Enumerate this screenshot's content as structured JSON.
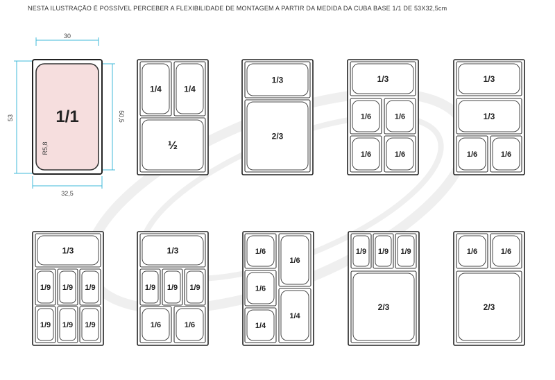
{
  "caption": "NESTA ILUSTRAÇÃO É POSSÍVEL PERCEBER A FLEXIBILIDADE DE MONTAGEM A PARTIR DA MEDIDA DA CUBA BASE 1/1 DE 53X32,5cm",
  "base_pan": {
    "label": "1/1",
    "dim_top": "30",
    "dim_left": "53",
    "dim_right": "50,5",
    "dim_bottom": "32,5",
    "radius": "R5,8",
    "fill_color": "#f6dede",
    "dim_color": "#3fb8d8"
  },
  "configurations": [
    {
      "cells": [
        "1/4",
        "1/4",
        "½"
      ]
    },
    {
      "cells": [
        "1/3",
        "2/3"
      ]
    },
    {
      "cells": [
        "1/3",
        "1/6",
        "1/6",
        "1/6",
        "1/6"
      ]
    },
    {
      "cells": [
        "1/3",
        "1/3",
        "1/6",
        "1/6"
      ]
    },
    {
      "cells": [
        "1/3",
        "1/9",
        "1/9",
        "1/9",
        "1/9",
        "1/9",
        "1/9"
      ]
    },
    {
      "cells": [
        "1/3",
        "1/9",
        "1/9",
        "1/9",
        "1/6",
        "1/6"
      ]
    },
    {
      "cells": [
        "1/6",
        "1/6",
        "1/6",
        "1/4",
        "1/4"
      ]
    },
    {
      "cells": [
        "1/9",
        "1/9",
        "1/9",
        "2/3"
      ]
    },
    {
      "cells": [
        "1/6",
        "1/6",
        "2/3"
      ]
    }
  ]
}
